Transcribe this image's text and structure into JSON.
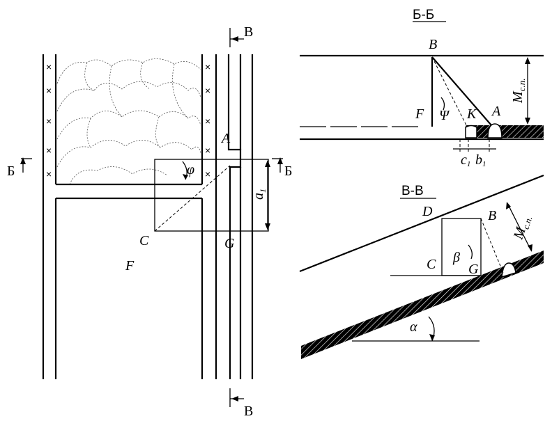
{
  "plan": {
    "section_b_label_left": "Б",
    "section_b_label_right": "Б",
    "section_v_label_top": "В",
    "section_v_label_bottom": "В",
    "point_a": "A",
    "point_c": "C",
    "point_g": "G",
    "area_f": "F",
    "angle_phi": "φ",
    "dim_a1": "a",
    "dim_a1_sub": "1"
  },
  "section_bb": {
    "title": "Б-Б",
    "point_b": "B",
    "point_f": "F",
    "angle_psi": "Ψ",
    "point_k": "K",
    "point_a": "A",
    "dim_m": "M",
    "dim_m_sub": "с.п.",
    "dim_c1": "c",
    "dim_c1_sub": "1",
    "dim_b1": "b",
    "dim_b1_sub": "1"
  },
  "section_vv": {
    "title": "В-В",
    "point_d": "D",
    "point_b": "B",
    "point_c": "C",
    "angle_beta": "β",
    "point_g": "G",
    "dim_m": "M",
    "dim_m_sub": "с.п.",
    "angle_alpha": "α"
  },
  "colors": {
    "ink": "#000000",
    "background": "#ffffff"
  }
}
